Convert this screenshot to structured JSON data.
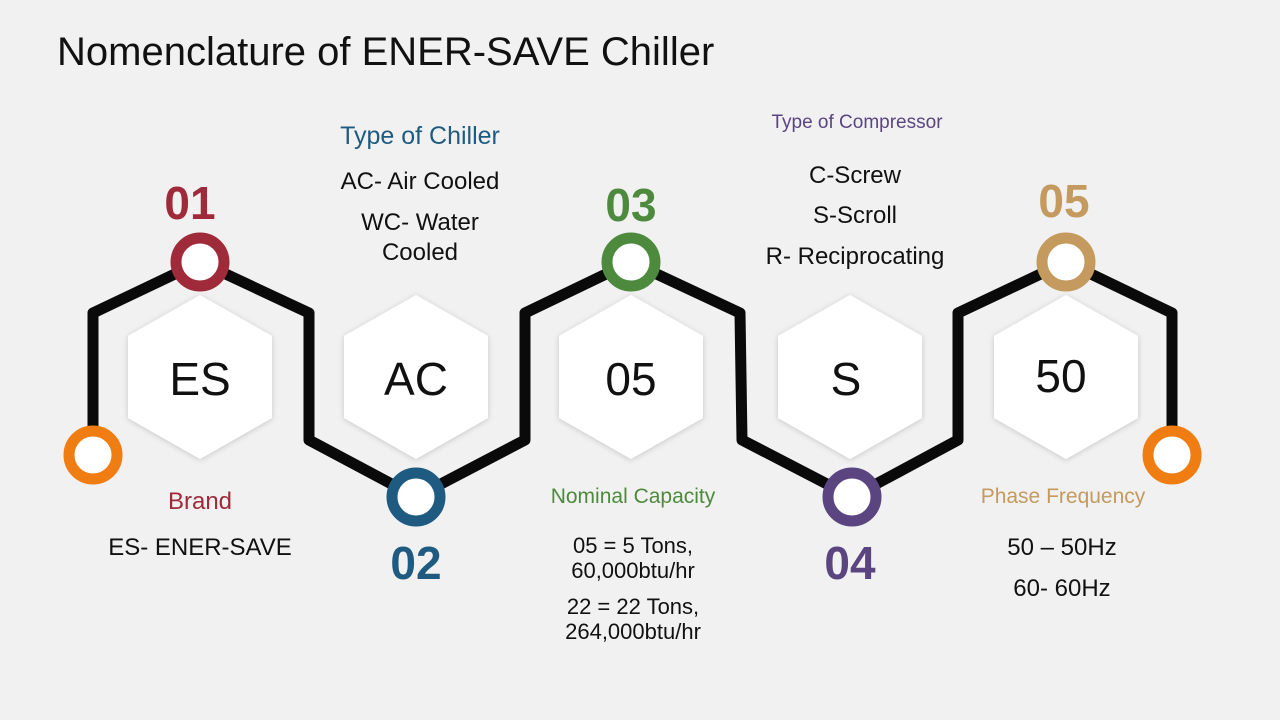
{
  "title": "Nomenclature of ENER-SAVE Chiller",
  "steps": [
    {
      "number": "01",
      "code": "ES",
      "category": "Brand",
      "color": "#9e2a3a",
      "lines": [
        "ES- ENER-SAVE"
      ]
    },
    {
      "number": "02",
      "code": "AC",
      "category": "Type of Chiller",
      "color": "#1f5b80",
      "lines": [
        "AC- Air Cooled",
        "WC- Water",
        "Cooled"
      ]
    },
    {
      "number": "03",
      "code": "05",
      "category": "Nominal Capacity",
      "color": "#4e8a3e",
      "lines": [
        "05 = 5 Tons,",
        "60,000btu/hr",
        "22 = 22 Tons,",
        "264,000btu/hr"
      ]
    },
    {
      "number": "04",
      "code": "S",
      "category": "Type of Compressor",
      "color": "#5b4580",
      "lines": [
        "C-Screw",
        "S-Scroll",
        "R- Reciprocating"
      ]
    },
    {
      "number": "05",
      "code": "50",
      "category": "Phase Frequency",
      "color": "#c49a5e",
      "lines": [
        "50 – 50Hz",
        "60- 60Hz"
      ]
    }
  ],
  "end_node_color": "#ef7d12"
}
